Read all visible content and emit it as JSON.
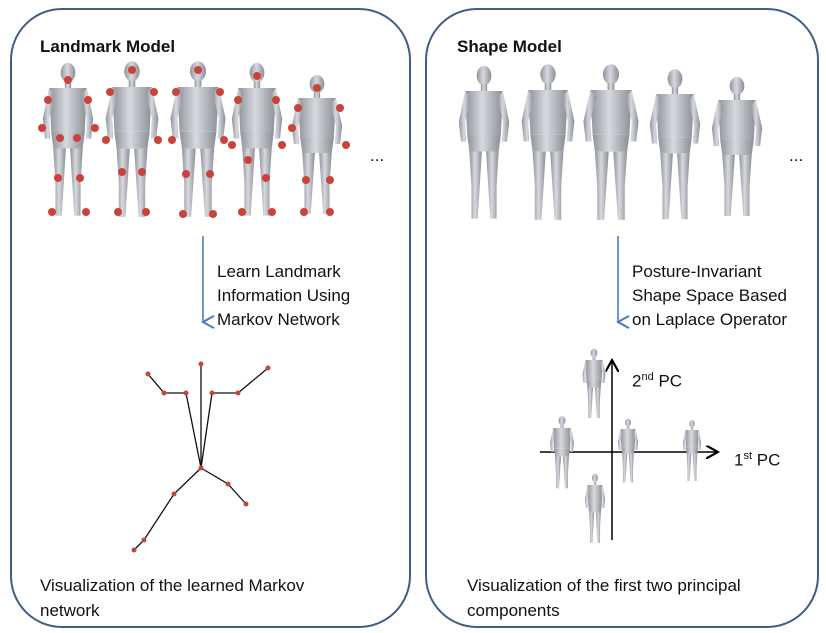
{
  "landmark_panel": {
    "title": "Landmark Model",
    "ellipsis": "...",
    "arrow_label": [
      "Learn Landmark",
      "Information Using",
      "Markov Network"
    ],
    "caption": [
      "Visualization of the learned Markov",
      "network"
    ],
    "colors": {
      "landmark_dot": "#c9433b",
      "body": "#b8bcc4",
      "arrow": "#4a7dc0",
      "border": "#3f5e86"
    }
  },
  "shape_panel": {
    "title": "Shape Model",
    "ellipsis": "...",
    "arrow_label": [
      "Posture-Invariant",
      "Shape Space Based",
      "on Laplace Operator"
    ],
    "pc_axes": {
      "second": {
        "base": "2",
        "sup": "nd",
        "suffix": " PC"
      },
      "first": {
        "base": "1",
        "sup": "st",
        "suffix": " PC"
      }
    },
    "caption": [
      "Visualization of the first two principal",
      "components"
    ]
  }
}
